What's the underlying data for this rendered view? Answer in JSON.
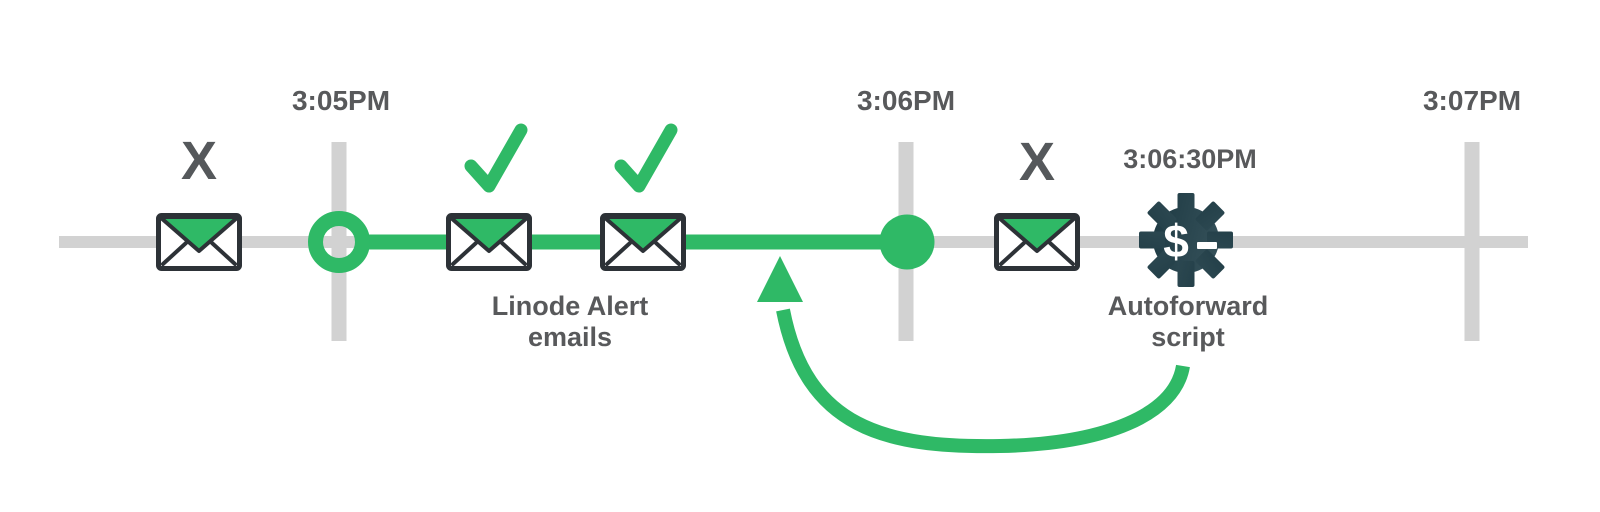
{
  "colors": {
    "green": "#2fb966",
    "track_gray": "#d2d2d2",
    "text_gray": "#58595b",
    "outline_dark": "#2d3237",
    "gear_gradient_left": "#1b3740",
    "gear_gradient_right": "#3a565f"
  },
  "timeline": {
    "tick_labels": [
      "3:05PM",
      "3:06PM",
      "3:07PM"
    ]
  },
  "markers": {
    "blocked_label": "X"
  },
  "alert": {
    "caption_line1": "Linode Alert",
    "caption_line2": "emails"
  },
  "script": {
    "time": "3:06:30PM",
    "caption_line1": "Autoforward",
    "caption_line2": "script",
    "icon_dollar": "$"
  },
  "icons": {
    "email": "envelope-icon",
    "delivered": "check-icon",
    "blocked": "x-icon",
    "script": "gear-dollar-icon",
    "loopback": "curved-arrow-icon"
  }
}
